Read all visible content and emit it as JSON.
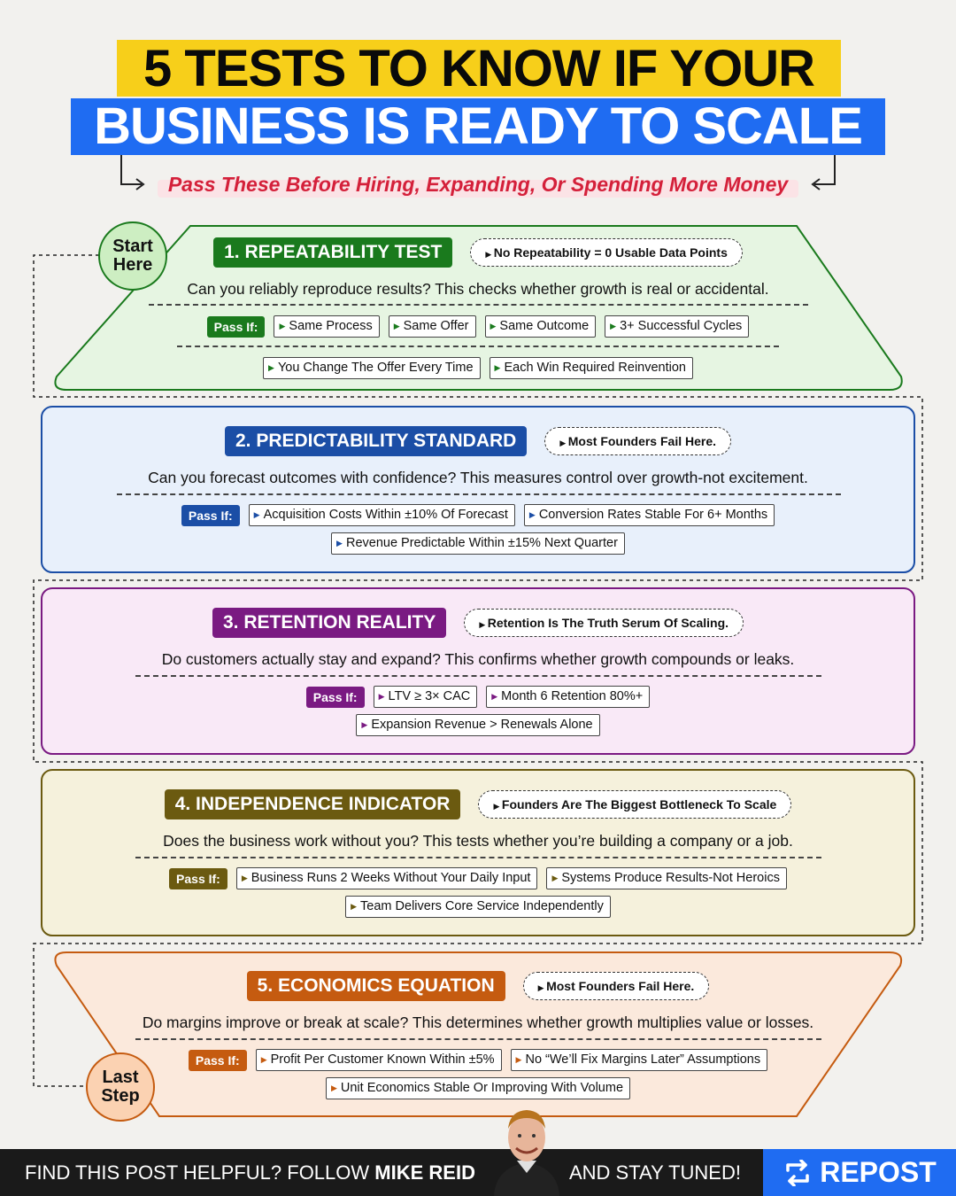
{
  "header": {
    "title_line1": "5 TESTS TO KNOW IF YOUR",
    "title_line2": "BUSINESS IS READY TO SCALE",
    "subtitle": "Pass These Before Hiring, Expanding, Or Spending More Money"
  },
  "badges": {
    "start_line1": "Start",
    "start_line2": "Here",
    "last_line1": "Last",
    "last_line2": "Step"
  },
  "tests": [
    {
      "title": "1. REPEATABILITY TEST",
      "note": "No Repeatability = 0 Usable Data Points",
      "question": "Can you reliably reproduce results? This checks whether growth is real or accidental.",
      "pass_label": "Pass If:",
      "pass_items": [
        "Same Process",
        "Same Offer",
        "Same Outcome",
        "3+ Successful Cycles"
      ],
      "extra_items": [
        "You Change The Offer Every Time",
        "Each Win Required Reinvention"
      ],
      "color": "#1a7a1d",
      "fill": "#e6f5e2"
    },
    {
      "title": "2. PREDICTABILITY STANDARD",
      "note": "Most Founders Fail Here.",
      "question": "Can you forecast outcomes with confidence? This measures control over growth-not excitement.",
      "pass_label": "Pass If:",
      "pass_items": [
        "Acquisition Costs Within ±10% Of Forecast",
        "Conversion Rates Stable For 6+ Months"
      ],
      "extra_items": [
        "Revenue Predictable Within ±15% Next Quarter"
      ],
      "color": "#1b4ea6",
      "fill": "#e8f0fb"
    },
    {
      "title": "3. RETENTION REALITY",
      "note": "Retention Is The Truth Serum Of Scaling.",
      "question": "Do customers actually stay and expand? This confirms whether growth compounds or leaks.",
      "pass_label": "Pass If:",
      "pass_items": [
        "LTV ≥ 3× CAC",
        "Month 6 Retention 80%+"
      ],
      "extra_items": [
        "Expansion Revenue > Renewals Alone"
      ],
      "color": "#7a1a82",
      "fill": "#f9e9f7"
    },
    {
      "title": "4. INDEPENDENCE INDICATOR",
      "note": "Founders Are The Biggest Bottleneck To Scale",
      "question": "Does the business work without you? This tests whether you’re building a company or a job.",
      "pass_label": "Pass If:",
      "pass_items": [
        "Business Runs 2 Weeks Without Your Daily Input",
        "Systems Produce Results-Not Heroics"
      ],
      "extra_items": [
        "Team Delivers Core Service Independently"
      ],
      "color": "#6b5a10",
      "fill": "#f5f1dc"
    },
    {
      "title": "5. ECONOMICS EQUATION",
      "note": "Most Founders Fail Here.",
      "question": "Do margins improve or break at scale? This determines whether growth multiplies value or losses.",
      "pass_label": "Pass If:",
      "pass_items": [
        "Profit Per Customer Known Within ±5%",
        "No “We’ll Fix Margins Later” Assumptions"
      ],
      "extra_items": [
        "Unit Economics Stable Or Improving With Volume"
      ],
      "color": "#c55b10",
      "fill": "#fbe9dc"
    }
  ],
  "footer": {
    "left_text": "FIND THIS POST HELPFUL? FOLLOW ",
    "name": "MIKE REID",
    "mid_text": "AND STAY TUNED!",
    "repost_label": "REPOST",
    "repost_icon": "repost-icon"
  }
}
